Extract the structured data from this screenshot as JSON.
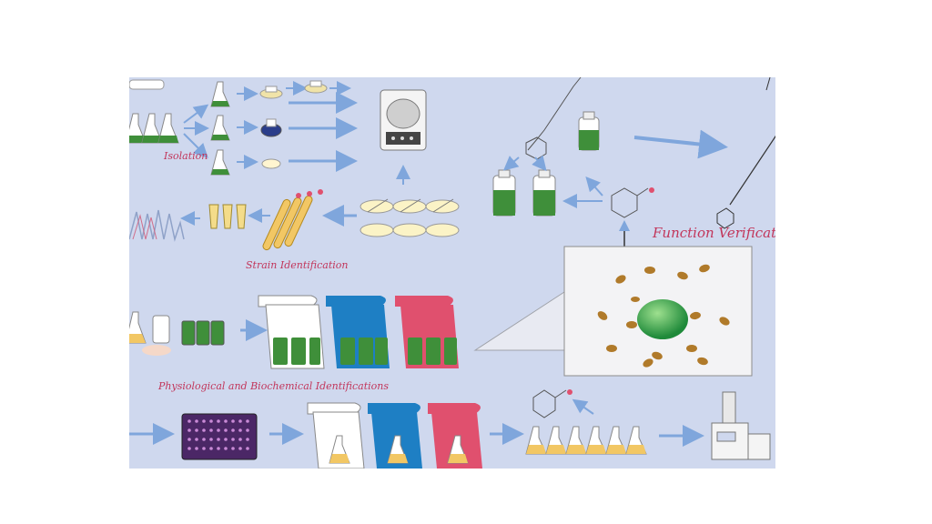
{
  "labels": {
    "isolation": "Isolation",
    "strain_identification": "Strain Identification",
    "function_verification": "Function Verification",
    "physiological": "Physiological and Biochemical Identifications"
  },
  "colors": {
    "background": "#cfd8ee",
    "label": "#c2365b",
    "arrow": "#7fa6dc",
    "flask_green": "#3f8f3a",
    "banner_blue": "#1e7fc4",
    "banner_red": "#e0506e",
    "plate_purple": "#4b2766",
    "bacteria": "#b07a2a"
  }
}
